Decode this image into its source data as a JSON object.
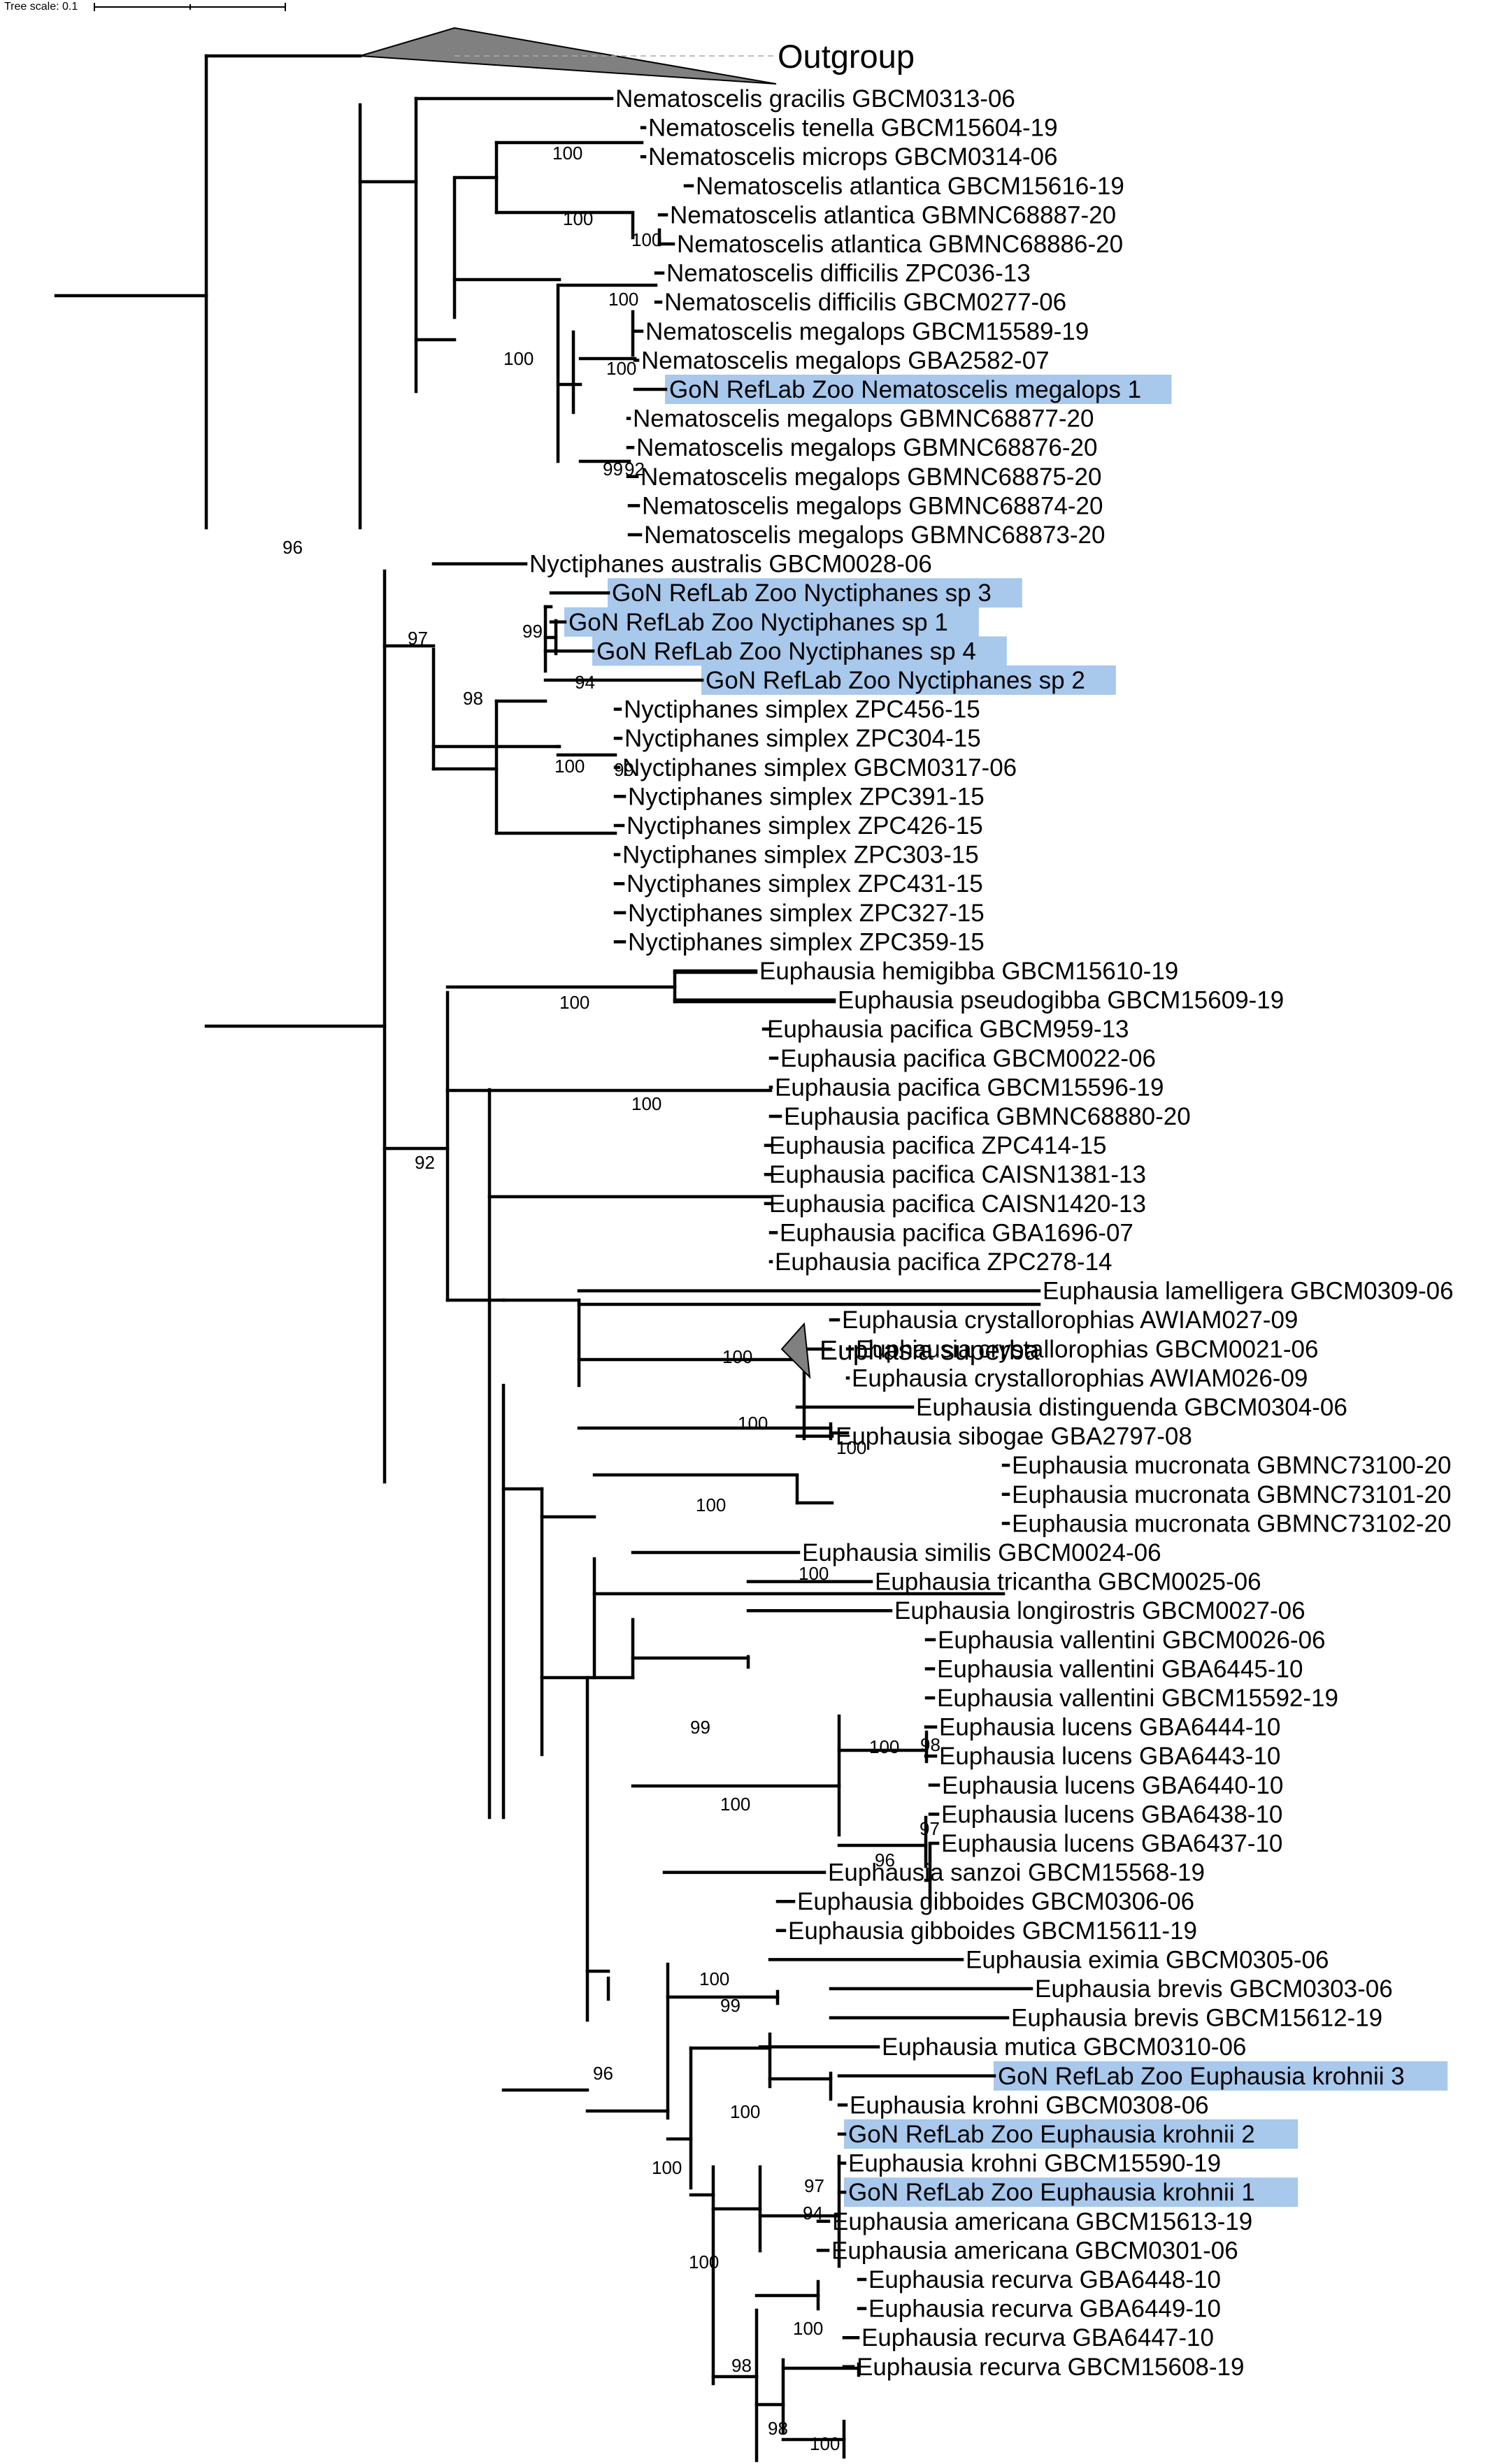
{
  "scale": {
    "label": "Tree scale: 0.1"
  },
  "colors": {
    "highlight": "#a8c8ec",
    "collapsed": "#808080"
  },
  "collapsed": {
    "outgroup": "Outgroup",
    "superba": "Euphasia superba"
  },
  "leaves": [
    "Nematoscelis gracilis GBCM0313-06",
    "Nematoscelis tenella GBCM15604-19",
    "Nematoscelis microps GBCM0314-06",
    "Nematoscelis atlantica GBCM15616-19",
    "Nematoscelis atlantica GBMNC68887-20",
    "Nematoscelis atlantica GBMNC68886-20",
    "Nematoscelis difficilis ZPC036-13",
    "Nematoscelis difficilis GBCM0277-06",
    "Nematoscelis megalops GBCM15589-19",
    "Nematoscelis megalops GBA2582-07",
    "GoN RefLab Zoo Nematoscelis megalops 1",
    "Nematoscelis megalops GBMNC68877-20",
    "Nematoscelis megalops GBMNC68876-20",
    "Nematoscelis megalops GBMNC68875-20",
    "Nematoscelis megalops GBMNC68874-20",
    "Nematoscelis megalops GBMNC68873-20",
    "Nyctiphanes australis GBCM0028-06",
    "GoN RefLab Zoo Nyctiphanes sp 3",
    "GoN RefLab Zoo Nyctiphanes sp 1",
    "GoN RefLab Zoo Nyctiphanes sp 4",
    "GoN RefLab Zoo Nyctiphanes sp 2",
    "Nyctiphanes simplex ZPC456-15",
    "Nyctiphanes simplex ZPC304-15",
    "Nyctiphanes simplex GBCM0317-06",
    "Nyctiphanes simplex ZPC391-15",
    "Nyctiphanes simplex ZPC426-15",
    "Nyctiphanes simplex ZPC303-15",
    "Nyctiphanes simplex ZPC431-15",
    "Nyctiphanes simplex ZPC327-15",
    "Nyctiphanes simplex ZPC359-15",
    "Euphausia hemigibba GBCM15610-19",
    "Euphausia pseudogibba GBCM15609-19",
    "Euphausia pacifica GBCM959-13",
    "Euphausia pacifica GBCM0022-06",
    "Euphausia pacifica GBCM15596-19",
    "Euphausia pacifica GBMNC68880-20",
    "Euphausia pacifica ZPC414-15",
    "Euphausia pacifica CAISN1381-13",
    "Euphausia pacifica CAISN1420-13",
    "Euphausia pacifica GBA1696-07",
    "Euphausia pacifica ZPC278-14",
    "Euphausia lamelligera GBCM0309-06",
    "Euphausia crystallorophias AWIAM027-09",
    "Euphausia crystallorophias GBCM0021-06",
    "Euphausia crystallorophias AWIAM026-09",
    "Euphausia distinguenda GBCM0304-06",
    "Euphausia sibogae GBA2797-08",
    "Euphausia mucronata GBMNC73100-20",
    "Euphausia mucronata GBMNC73101-20",
    "Euphausia mucronata GBMNC73102-20",
    "Euphausia similis GBCM0024-06",
    "Euphausia tricantha GBCM0025-06",
    "Euphausia longirostris GBCM0027-06",
    "Euphausia vallentini GBCM0026-06",
    "Euphausia vallentini GBA6445-10",
    "Euphausia vallentini GBCM15592-19",
    "Euphausia lucens GBA6444-10",
    "Euphausia lucens GBA6443-10",
    "Euphausia lucens GBA6440-10",
    "Euphausia lucens GBA6438-10",
    "Euphausia lucens GBA6437-10",
    "Euphausia sanzoi GBCM15568-19",
    "Euphausia gibboides GBCM0306-06",
    "Euphausia gibboides GBCM15611-19",
    "Euphausia eximia GBCM0305-06",
    "Euphausia brevis GBCM0303-06",
    "Euphausia brevis GBCM15612-19",
    "Euphausia mutica GBCM0310-06",
    "GoN RefLab Zoo Euphausia krohnii 3",
    "Euphausia krohni GBCM0308-06",
    "GoN RefLab Zoo Euphausia krohnii 2",
    "Euphausia krohni GBCM15590-19",
    "GoN RefLab Zoo Euphausia krohnii 1",
    "Euphausia americana GBCM15613-19",
    "Euphausia americana GBCM0301-06",
    "Euphausia recurva GBA6448-10",
    "Euphausia recurva GBA6449-10",
    "Euphausia recurva GBA6447-10",
    "Euphausia recurva GBCM15608-19"
  ],
  "bootstrap": [
    "100",
    "100",
    "100",
    "100",
    "100",
    "100",
    "99",
    "92",
    "97",
    "99",
    "98",
    "94",
    "100",
    "99",
    "96",
    "100",
    "100",
    "92",
    "100",
    "100",
    "100",
    "100",
    "100",
    "99",
    "100",
    "100",
    "98",
    "96",
    "97",
    "100",
    "99",
    "96",
    "100",
    "100",
    "97",
    "100",
    "94",
    "100",
    "98",
    "98",
    "100"
  ]
}
